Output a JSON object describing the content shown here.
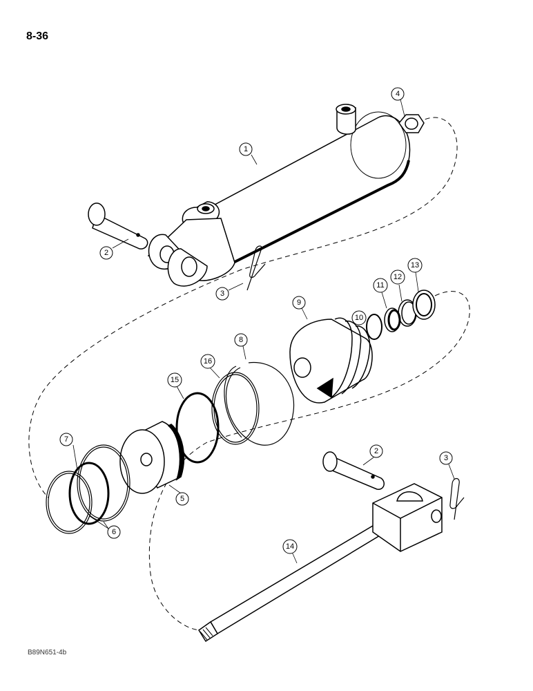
{
  "page": {
    "page_number": "8-36",
    "figure_code": "B89N651-4b"
  },
  "callouts": [
    {
      "id": "c1",
      "label": "1"
    },
    {
      "id": "c2a",
      "label": "2"
    },
    {
      "id": "c3a",
      "label": "3"
    },
    {
      "id": "c4",
      "label": "4"
    },
    {
      "id": "c5",
      "label": "5"
    },
    {
      "id": "c6",
      "label": "6"
    },
    {
      "id": "c7",
      "label": "7"
    },
    {
      "id": "c8",
      "label": "8"
    },
    {
      "id": "c9",
      "label": "9"
    },
    {
      "id": "c10",
      "label": "10"
    },
    {
      "id": "c11",
      "label": "11"
    },
    {
      "id": "c12",
      "label": "12"
    },
    {
      "id": "c13",
      "label": "13"
    },
    {
      "id": "c14",
      "label": "14"
    },
    {
      "id": "c15",
      "label": "15"
    },
    {
      "id": "c16",
      "label": "16"
    },
    {
      "id": "c2b",
      "label": "2"
    },
    {
      "id": "c3b",
      "label": "3"
    }
  ]
}
